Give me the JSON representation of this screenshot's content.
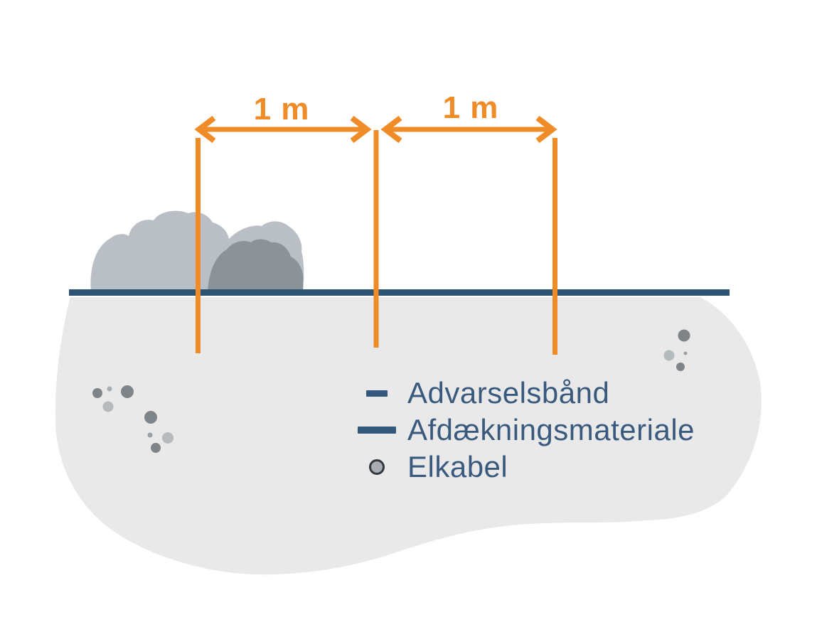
{
  "diagram": {
    "description": "Cable burial safety distance diagram",
    "measurements": [
      {
        "label": "1 m",
        "position": "left"
      },
      {
        "label": "1 m",
        "position": "right"
      }
    ],
    "legend": {
      "items": [
        {
          "label": "Advarselsbånd",
          "swatch": "short-dash"
        },
        {
          "label": "Afdækningsmateriale",
          "swatch": "long-dash"
        },
        {
          "label": "Elkabel",
          "swatch": "circle"
        }
      ]
    },
    "colors": {
      "accent_orange": "#EF8C28",
      "ground_blue": "#2E5372",
      "legend_text_blue": "#3A5A7D",
      "soil_gray": "#E9E9EA",
      "pile_light_gray": "#B9BFC4",
      "pile_dark_gray": "#8B9399",
      "stone_dark": "#7F8488",
      "stone_light": "#B5BABD",
      "cable_fill": "#A9ADB1",
      "cable_stroke": "#33383E"
    }
  }
}
